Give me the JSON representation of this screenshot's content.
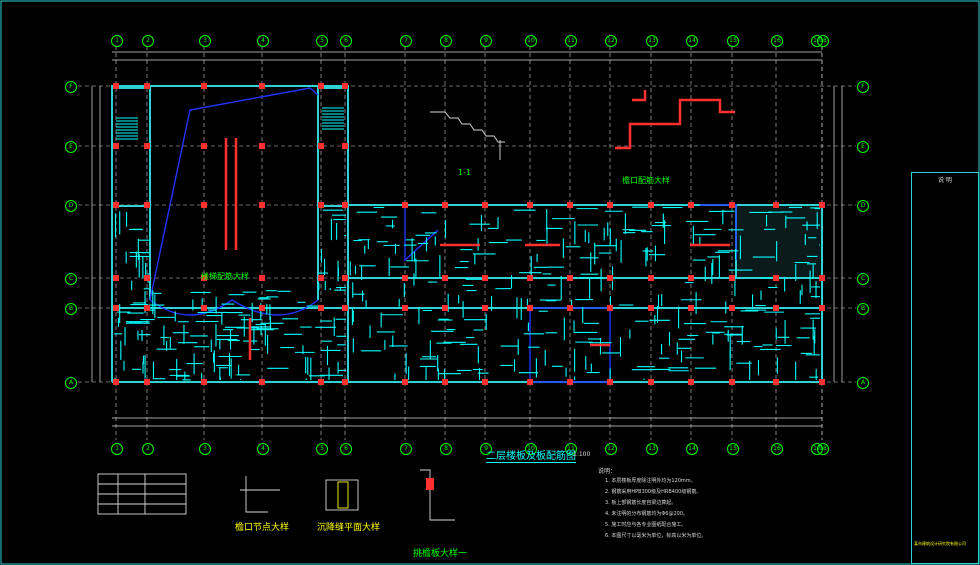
{
  "drawing": {
    "title": "二层楼板及板配筋图",
    "scale": "1:100",
    "detail_section": "1-1",
    "detail_stair": "楼梯配筋大样",
    "detail_eave": "檐口配筋大样",
    "detail_1": "檐口节点大样",
    "detail_2": "沉降缝平面大样",
    "detail_3": "挑檐板大样一"
  },
  "axes": {
    "numbers": [
      "1",
      "2",
      "3",
      "4",
      "5",
      "6",
      "7",
      "8",
      "9",
      "10",
      "11",
      "12",
      "13",
      "14",
      "15",
      "16",
      "17",
      "18"
    ],
    "letters": [
      "A",
      "B",
      "C",
      "D",
      "E",
      "F"
    ]
  },
  "notes": {
    "heading": "说明：",
    "lines": [
      "1. 本层楼板厚度除注明外均为120mm。",
      "2. 钢筋采用HPB300级及HRB400级钢筋。",
      "3. 板上部钢筋长度自梁边算起。",
      "4. 未注明的分布钢筋均为Φ6@200。",
      "5. 施工时应与各专业图纸配合施工。",
      "6. 本图尺寸以毫米为单位，标高以米为单位。"
    ]
  },
  "title_block": {
    "header": "说 明",
    "company": "某市建筑设计研究院有限公司"
  },
  "colors": {
    "background": "#000000",
    "grid": "#d8d8d8",
    "wall": "#2fd3d3",
    "rebar": "#00ffff",
    "column": "#ff3030",
    "slab": "#2233ff",
    "axis_bubble": "#00ff00",
    "text_green": "#00ff00",
    "text_yellow": "#ffff00"
  }
}
